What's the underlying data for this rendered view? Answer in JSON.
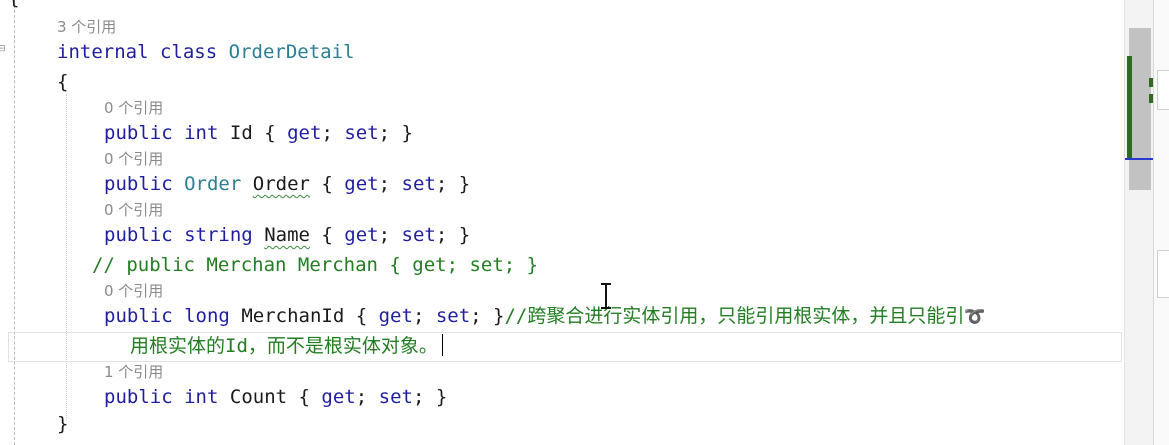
{
  "code": {
    "top_brace": "{",
    "class_refs": "3 个引用",
    "class_decl": {
      "kw1": "internal",
      "kw2": "class",
      "name": "OrderDetail"
    },
    "open_brace": "{",
    "close_brace": "}",
    "members": [
      {
        "refs": "0 个引用",
        "kw": "public",
        "type": "int",
        "name": "Id",
        "accessors": "{ get; set; }"
      },
      {
        "refs": "0 个引用",
        "kw": "public",
        "type": "Order",
        "name": "Order",
        "accessors": "{ get; set; }"
      },
      {
        "refs": "0 个引用",
        "kw": "public",
        "type": "string",
        "name": "Name",
        "accessors": "{ get; set; }"
      }
    ],
    "commented_line": "// public Merchan Merchan { get; set; }",
    "merchan_member": {
      "refs": "0 个引用",
      "kw": "public",
      "type": "long",
      "name": "MerchanId",
      "accessors": "{ get; set; }",
      "comment_part1": "//跨聚合进行实体引用，只能引用根实体，并且只能引",
      "comment_part2": "用根实体的Id，而不是根实体对象。"
    },
    "count_member": {
      "refs": "1 个引用",
      "kw": "public",
      "type": "int",
      "name": "Count",
      "accessors": "{ get; set; }"
    },
    "get_kw": "get",
    "set_kw": "set"
  },
  "icons": {
    "wrap": "word-wrap-arrow-icon",
    "cursor": "text-ibeam-cursor-icon",
    "collapse": "collapse-toggle-icon"
  },
  "colors": {
    "keyword": "#1f1ea0",
    "type": "#2b7f91",
    "comment": "#237d23",
    "codelens": "#8a8a8a"
  }
}
